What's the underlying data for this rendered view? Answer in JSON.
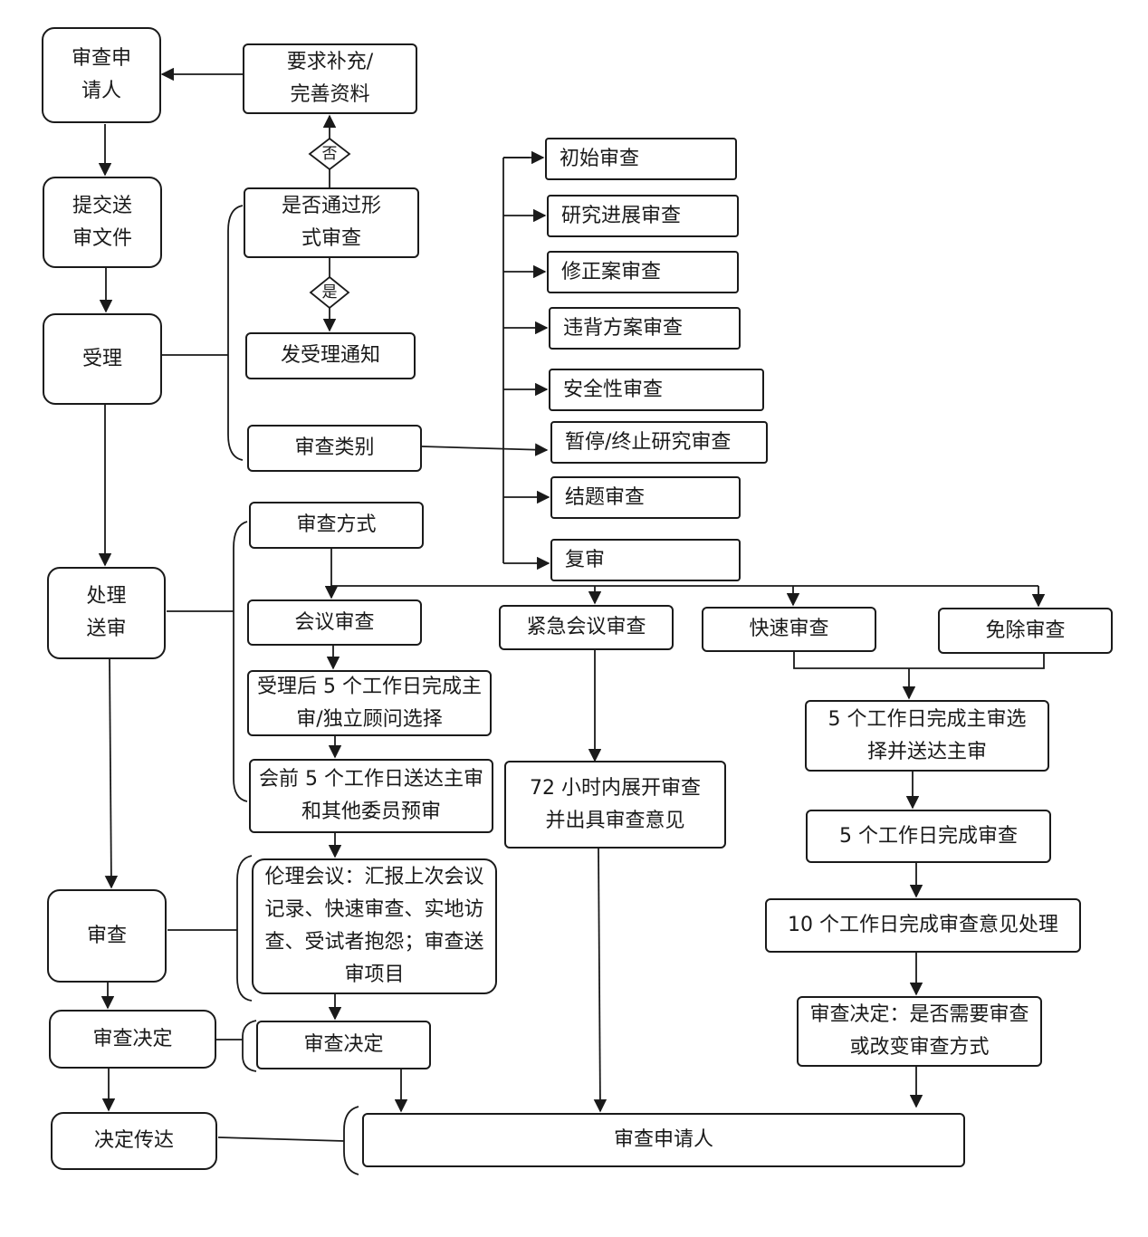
{
  "left": {
    "applicant": "审查申请人",
    "submit": "提交送审文件",
    "accept": "受理",
    "process": "处理送审",
    "review": "审查",
    "decision": "审查决定",
    "deliver": "决定传达"
  },
  "accept_branch": {
    "supplement": "要求补充/完善资料",
    "formal_check": "是否通过形式审查",
    "no_label": "否",
    "yes_label": "是",
    "notice": "发受理通知",
    "category": "审查类别"
  },
  "categories": [
    "初始审查",
    "研究进展审查",
    "修正案审查",
    "违背方案审查",
    "安全性审查",
    "暂停/终止研究审查",
    "结题审查",
    "复审"
  ],
  "methods": {
    "title": "审查方式",
    "meeting": "会议审查",
    "urgent": "紧急会议审查",
    "fast": "快速审查",
    "exempt": "免除审查"
  },
  "meeting_flow": {
    "step1": "受理后 5 个工作日完成主审/独立顾问选择",
    "step2": "会前 5 个工作日送达主审和其他委员预审",
    "step3": "伦理会议：汇报上次会议记录、快速审查、实地访查、受试者抱怨；审查送审项目",
    "decision": "审查决定"
  },
  "urgent_flow": {
    "step1": "72 小时内展开审查并出具审查意见"
  },
  "fast_flow": {
    "step1": "5 个工作日完成主审选择并送达主审",
    "step2": "5 个工作日完成审查",
    "step3": "10 个工作日完成审查意见处理",
    "decision": "审查决定：是否需要审查或改变审查方式"
  },
  "final": "审查申请人"
}
